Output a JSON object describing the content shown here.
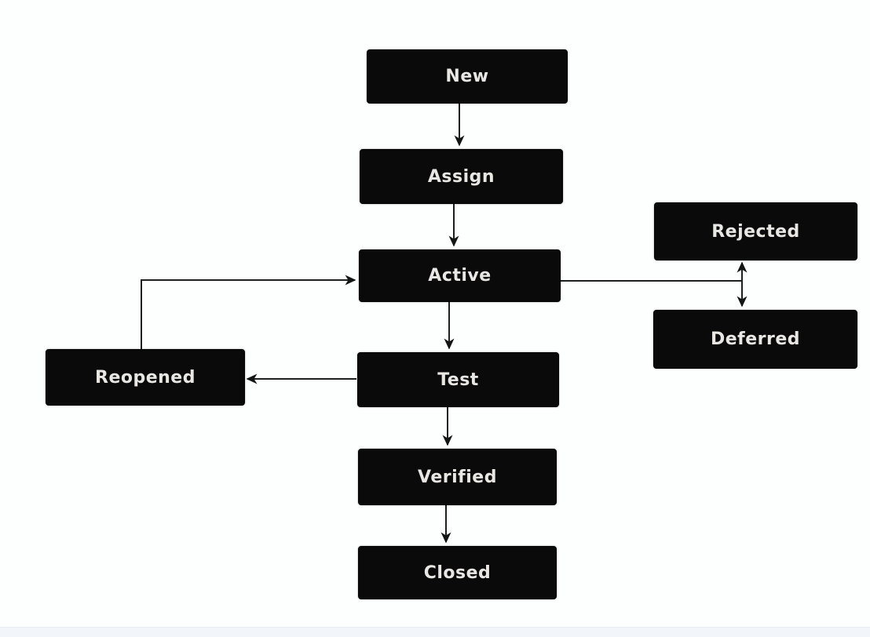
{
  "diagram": {
    "type": "flowchart",
    "colors": {
      "node_fill": "#0a0a0a",
      "node_text": "#e9e7e3",
      "connector": "#1f1f1f",
      "background": "#fdfefe",
      "footer_strip": "#f2f6fa"
    },
    "nodes": {
      "new": {
        "label": "New"
      },
      "assign": {
        "label": "Assign"
      },
      "active": {
        "label": "Active"
      },
      "rejected": {
        "label": "Rejected"
      },
      "deferred": {
        "label": "Deferred"
      },
      "reopened": {
        "label": "Reopened"
      },
      "test": {
        "label": "Test"
      },
      "verified": {
        "label": "Verified"
      },
      "closed": {
        "label": "Closed"
      }
    },
    "edges": [
      {
        "from": "New",
        "to": "Assign",
        "style": "arrow-down"
      },
      {
        "from": "Assign",
        "to": "Active",
        "style": "arrow-down"
      },
      {
        "from": "Active",
        "to": "Test",
        "style": "arrow-down"
      },
      {
        "from": "Test",
        "to": "Verified",
        "style": "arrow-down"
      },
      {
        "from": "Verified",
        "to": "Closed",
        "style": "arrow-down"
      },
      {
        "from": "Test",
        "to": "Reopened",
        "style": "arrow-left"
      },
      {
        "from": "Reopened",
        "to": "Active",
        "style": "elbow-arrow-up-right"
      },
      {
        "from": "Active",
        "to": "Rejected-Deferred-junction",
        "style": "plain-line-right"
      },
      {
        "from": "Rejected",
        "to": "Deferred",
        "style": "double-headed-vertical-arrow"
      }
    ]
  }
}
